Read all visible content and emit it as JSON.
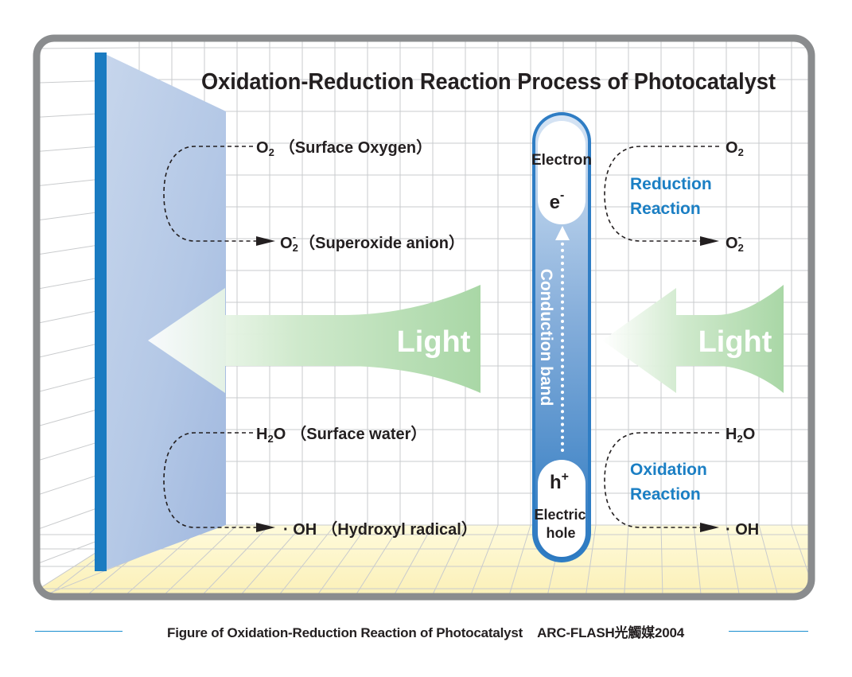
{
  "title": "Oxidation-Reduction Reaction Process of Photocatalyst",
  "left": {
    "o2": "O",
    "o2_sub": "2",
    "o2_desc": "（Surface Oxygen）",
    "superoxide": "O",
    "superoxide_sub": "2",
    "superoxide_sup": "-",
    "superoxide_desc": "（Superoxide anion）",
    "h2o_h": "H",
    "h2o_sub": "2",
    "h2o_o": "O",
    "h2o_desc": "（Surface water）",
    "oh": "· OH",
    "oh_desc": "（Hydroxyl radical）",
    "light": "Light"
  },
  "band": {
    "electron_label": "Electron",
    "electron_symbol": "e",
    "electron_sup": "-",
    "conduction_label": "Conduction band",
    "hole_symbol": "h",
    "hole_sup": "+",
    "hole_label_1": "Electric",
    "hole_label_2": "hole"
  },
  "right": {
    "o2": "O",
    "o2_sub": "2",
    "reduction_1": "Reduction",
    "reduction_2": "Reaction",
    "superoxide": "O",
    "superoxide_sub": "2",
    "superoxide_sup": "-",
    "light": "Light",
    "h2o_h": "H",
    "h2o_sub": "2",
    "h2o_o": "O",
    "oxidation_1": "Oxidation",
    "oxidation_2": "Reaction",
    "oh": "· OH"
  },
  "caption": "Figure of Oxidation-Reduction Reaction of Photocatalyst    ARC-FLASH光觸媒2004",
  "colors": {
    "frame": "#8a8c8e",
    "panel_blue": "#1a7bc1",
    "band_blue": "#3f88c7",
    "light_green": "#a9d7a6",
    "reaction_blue": "#1b7fc4",
    "caption_rule": "#1a8fcf"
  }
}
